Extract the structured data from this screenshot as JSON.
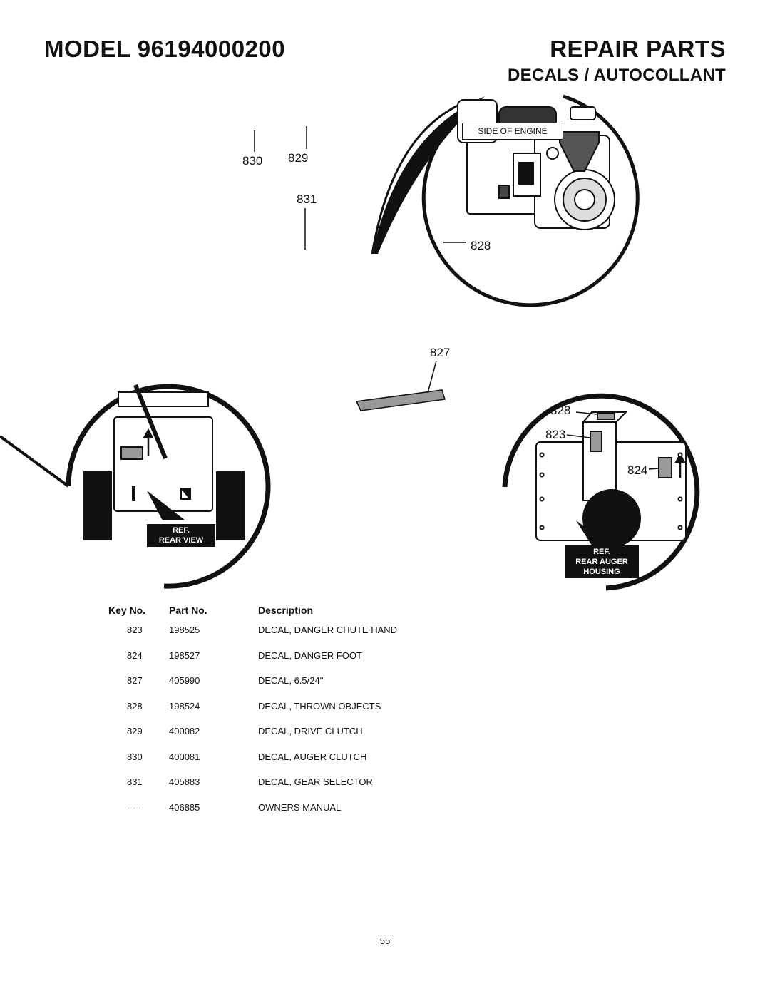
{
  "header": {
    "model": "MODEL 96194000200",
    "section": "REPAIR PARTS",
    "subsection": "DECALS / AUTOCOLLANT"
  },
  "diagram": {
    "engine_label": "SIDE OF ENGINE",
    "callouts": {
      "c830": "830",
      "c829": "829",
      "c831": "831",
      "c828_top": "828",
      "c827": "827",
      "c828_right": "828",
      "c823": "823",
      "c824": "824"
    },
    "ref_rear_view": {
      "line1": "REF.",
      "line2": "REAR VIEW"
    },
    "ref_rear_auger": {
      "line1": "REF.",
      "line2": "REAR AUGER",
      "line3": "HOUSING"
    }
  },
  "table": {
    "headers": {
      "key": "Key No.",
      "part": "Part No.",
      "desc": "Description"
    },
    "rows": [
      {
        "key": "823",
        "part": "198525",
        "desc": "DECAL, DANGER CHUTE HAND"
      },
      {
        "key": "824",
        "part": "198527",
        "desc": "DECAL, DANGER FOOT"
      },
      {
        "key": "827",
        "part": "405990",
        "desc": "DECAL,  6.5/24\""
      },
      {
        "key": "828",
        "part": "198524",
        "desc": "DECAL, THROWN OBJECTS"
      },
      {
        "key": "829",
        "part": "400082",
        "desc": "DECAL, DRIVE CLUTCH"
      },
      {
        "key": "830",
        "part": "400081",
        "desc": "DECAL, AUGER CLUTCH"
      },
      {
        "key": "831",
        "part": "405883",
        "desc": "DECAL, GEAR SELECTOR"
      },
      {
        "key": "- - -",
        "part": "406885",
        "desc": "OWNERS MANUAL"
      }
    ]
  },
  "page_number": "55"
}
